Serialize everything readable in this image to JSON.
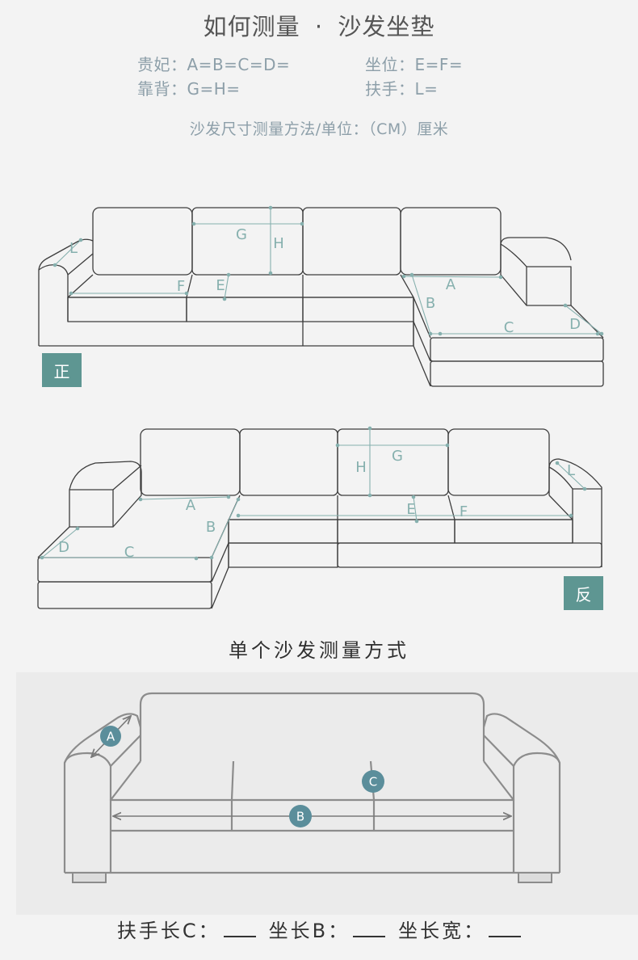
{
  "title": "如何测量 · 沙发坐垫",
  "formulas": {
    "chaise": "贵妃：A=B=C=D=",
    "seat": "坐位：E=F=",
    "back": "靠背：G=H=",
    "arm": "扶手：L="
  },
  "unit_note": "沙发尺寸测量方法/单位：（CM）厘米",
  "sectional_front": {
    "badge": "正",
    "labels": {
      "L": "L",
      "G": "G",
      "H": "H",
      "F": "F",
      "E": "E",
      "A": "A",
      "B": "B",
      "C": "C",
      "D": "D"
    }
  },
  "sectional_back": {
    "badge": "反",
    "labels": {
      "L": "L",
      "G": "G",
      "H": "H",
      "F": "F",
      "E": "E",
      "A": "A",
      "B": "B",
      "C": "C",
      "D": "D"
    }
  },
  "single_sofa": {
    "heading": "单个沙发测量方式",
    "markers": {
      "A": "A",
      "B": "B",
      "C": "C"
    }
  },
  "fill_in": {
    "arm_length": "扶手长C：",
    "seat_length": "坐长B：",
    "seat_width": "坐长宽："
  },
  "colors": {
    "accent": "#5e9692",
    "dimension": "#86b0ae",
    "marker": "#5b8e9b"
  }
}
